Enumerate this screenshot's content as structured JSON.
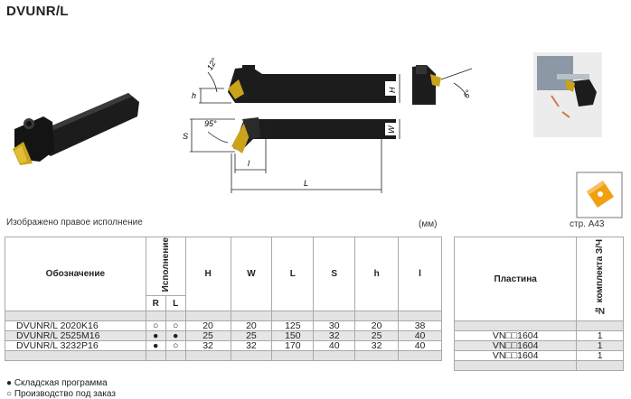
{
  "title": "DVUNR/L",
  "caption": "Изображено правое исполнение",
  "units": "(мм)",
  "reference": "стр. А43",
  "drawing_labels": {
    "angle_top": "12°",
    "angle_side": "95°",
    "angle_end": "6°",
    "h": "h",
    "H": "H",
    "S": "S",
    "W": "W",
    "l": "l",
    "L": "L"
  },
  "table": {
    "headers": [
      "Обозначение",
      "Исполнение",
      "H",
      "W",
      "L",
      "S",
      "h",
      "l"
    ],
    "sub_headers": [
      "R",
      "L"
    ],
    "rows": [
      {
        "designation": "DVUNR/L 2020K16",
        "r": "○",
        "l_ver": "○",
        "H": "20",
        "W": "20",
        "L": "125",
        "S": "30",
        "h": "20",
        "l": "38"
      },
      {
        "designation": "DVUNR/L 2525M16",
        "r": "●",
        "l_ver": "●",
        "H": "25",
        "W": "25",
        "L": "150",
        "S": "32",
        "h": "25",
        "l": "40"
      },
      {
        "designation": "DVUNR/L 3232P16",
        "r": "●",
        "l_ver": "○",
        "H": "32",
        "W": "32",
        "L": "170",
        "S": "40",
        "h": "32",
        "l": "40"
      }
    ]
  },
  "table2": {
    "headers": [
      "Пластина",
      "№ комплекта З/Ч"
    ],
    "rows": [
      {
        "insert": "VN□□1604",
        "kit": "1"
      },
      {
        "insert": "VN□□1604",
        "kit": "1"
      },
      {
        "insert": "VN□□1604",
        "kit": "1"
      }
    ]
  },
  "legend": [
    {
      "symbol": "●",
      "text": "Складская программа"
    },
    {
      "symbol": "○",
      "text": "Производство под заказ"
    }
  ],
  "colors": {
    "tool": "#1c1c1c",
    "insert": "#c9a41b",
    "insert_icon": "#f0a010",
    "grid": "#a9a9a9",
    "gray_row": "#e3e3e3"
  }
}
